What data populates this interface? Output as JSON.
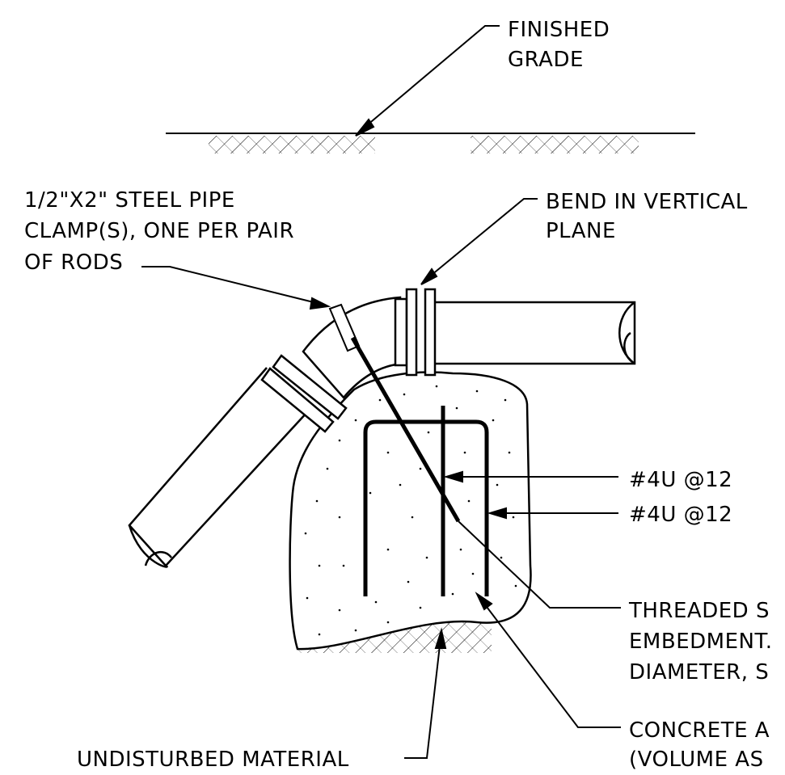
{
  "labels": {
    "finished_grade_1": "FINISHED",
    "finished_grade_2": "GRADE",
    "pipe_clamp_1": "1/2\"X2\" STEEL PIPE",
    "pipe_clamp_2": "CLAMP(S), ONE PER PAIR",
    "pipe_clamp_3": "OF RODS",
    "bend_1": "BEND IN VERTICAL",
    "bend_2": "PLANE",
    "rebar_1": "#4U @12",
    "rebar_2": "#4U @12",
    "threaded_1": "THREADED S",
    "threaded_2": "EMBEDMENT.",
    "threaded_3": "DIAMETER, S",
    "concrete_1": "CONCRETE A",
    "concrete_2": "(VOLUME AS",
    "undisturbed": "UNDISTURBED MATERIAL"
  }
}
